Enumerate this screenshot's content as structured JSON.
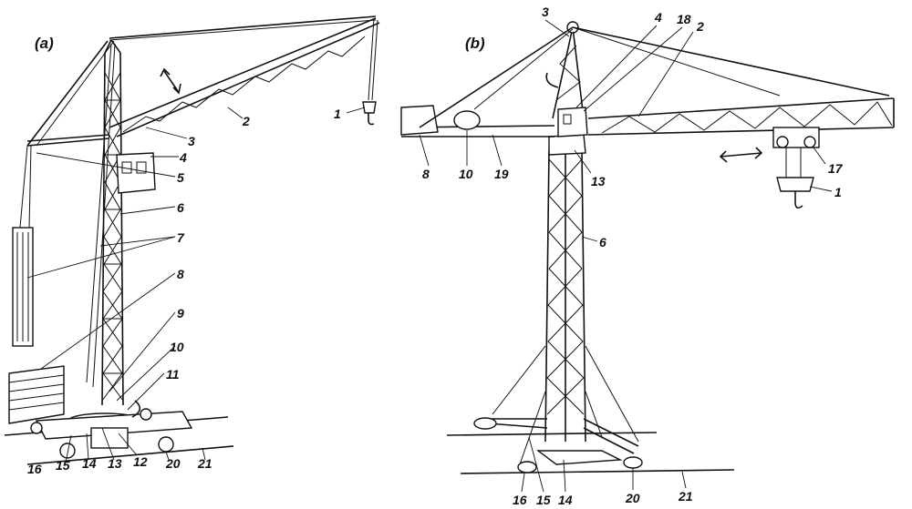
{
  "panels": {
    "a": "(a)",
    "b": "(b)"
  },
  "labels_a": [
    "1",
    "2",
    "3",
    "4",
    "5",
    "6",
    "7",
    "8",
    "9",
    "10",
    "11",
    "12",
    "13",
    "14",
    "15",
    "16",
    "20",
    "21"
  ],
  "labels_b": [
    "1",
    "2",
    "3",
    "4",
    "18",
    "6",
    "8",
    "10",
    "19",
    "13",
    "17",
    "16",
    "15",
    "14",
    "20",
    "21"
  ]
}
